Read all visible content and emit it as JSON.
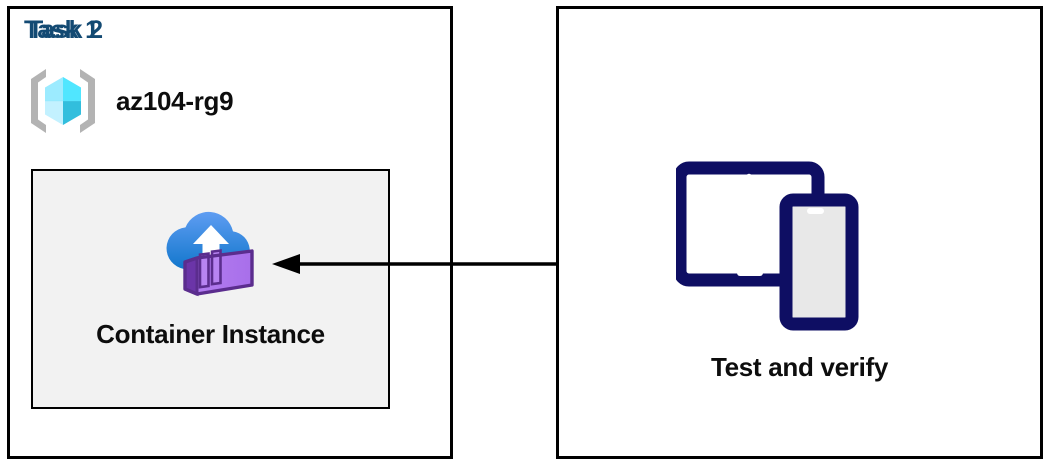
{
  "diagram": {
    "title_hidden": "",
    "panels": [
      {
        "id": "task1",
        "label": "Task 1",
        "label_color": "#134A73",
        "resource_group": {
          "name": "az104-rg9",
          "icon": "azure-resource-group-icon"
        },
        "resource": {
          "label": "Container Instance",
          "icon": "azure-container-instance-icon",
          "box_fill": "#F2F2F2",
          "box_border": "#000000"
        }
      },
      {
        "id": "task2",
        "label": "Task 2",
        "label_color": "#134A73",
        "resource": {
          "label": "Test and verify",
          "icon": "devices-tablet-phone-icon",
          "icon_color": "#0E0E63"
        }
      }
    ],
    "connector": {
      "name": "arrow-task2-to-task1",
      "direction": "left",
      "color": "#000000"
    },
    "colors": {
      "panel_border": "#000000",
      "task_label": "#134A73",
      "text": "#0d0d0d",
      "device_navy": "#0E0E63",
      "cloud_blue_light": "#5B9BF0",
      "cloud_blue_dark": "#1B7FD4",
      "container_purple_light": "#B077EF",
      "container_purple_dark": "#5B2D8E",
      "cube_cyan": "#50E6FF",
      "bracket_gray": "#B3B3B3"
    }
  }
}
